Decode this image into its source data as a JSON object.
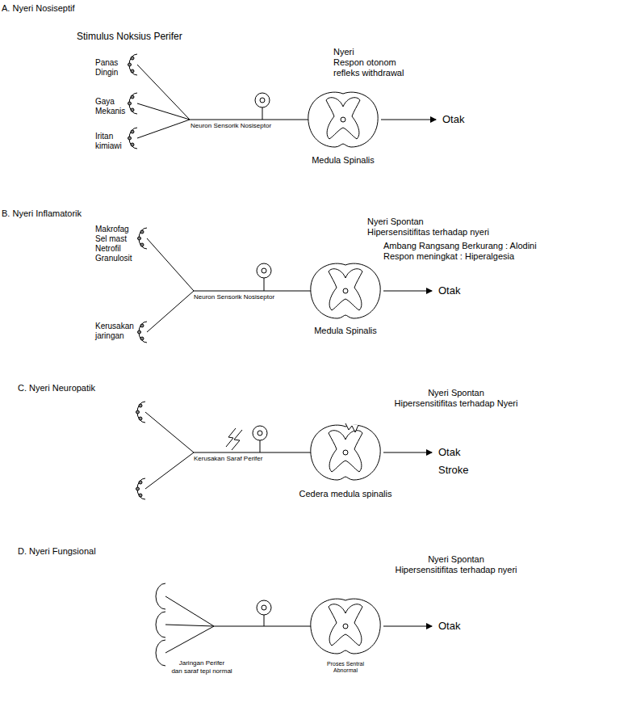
{
  "diagram": {
    "labels": [
      "A. Nyeri Nosiseptif",
      "Stimulus Noksius Perifer",
      "Panas Dingin",
      "Gaya Mekanis",
      "Iritan kimiawi",
      "Neuron Sensorik Nosiseptor",
      "Nyeri Respon otonom refleks withdrawal",
      "Medula Spinalis",
      "Otak",
      "B. Nyeri Inflamatorik",
      "Makrofag Sel mast Netrofil Granulosit",
      "Kerusakan jaringan",
      "Neuron Sensorik Nosiseptor",
      "Nyeri Spontan Hipersensitifitas terhadap nyeri",
      "Ambang Rangsang Berkurang : Alodini Respon meningkat : Hiperalgesia",
      "Otak",
      "Medula Spinalis",
      "C. Nyeri Neuropatik",
      "Nyeri Spontan Hipersensitifitas terhadap Nyeri",
      "Kerusakan Saraf Perifer",
      "Otak",
      "Stroke",
      "Cedera medula spinalis",
      "D. Nyeri Fungsional",
      "Nyeri Spontan Hipersensitifitas terhadap nyeri",
      "Otak",
      "Jaringan Perifer dan saraf tepi normal",
      "Proses Sentral Abnormal"
    ]
  }
}
